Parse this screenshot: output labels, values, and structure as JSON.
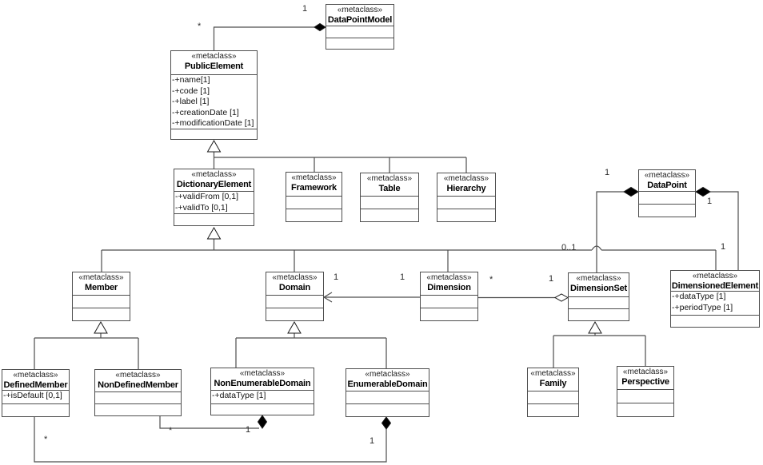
{
  "classes": [
    {
      "stereotype": "«metaclass»",
      "name": "DataPointModel",
      "attributes": []
    },
    {
      "stereotype": "«metaclass»",
      "name": "PublicElement",
      "attributes": [
        "-+name[1]",
        "-+code [1]",
        "-+label [1]",
        "-+creationDate [1]",
        "-+modificationDate [1]"
      ]
    },
    {
      "stereotype": "«metaclass»",
      "name": "DictionaryElement",
      "attributes": [
        "-+validFrom [0,1]",
        "-+validTo [0,1]"
      ]
    },
    {
      "stereotype": "«metaclass»",
      "name": "Framework",
      "attributes": []
    },
    {
      "stereotype": "«metaclass»",
      "name": "Table",
      "attributes": []
    },
    {
      "stereotype": "«metaclass»",
      "name": "Hierarchy",
      "attributes": []
    },
    {
      "stereotype": "«metaclass»",
      "name": "DataPoint",
      "attributes": []
    },
    {
      "stereotype": "«metaclass»",
      "name": "Member",
      "attributes": []
    },
    {
      "stereotype": "«metaclass»",
      "name": "Domain",
      "attributes": []
    },
    {
      "stereotype": "«metaclass»",
      "name": "Dimension",
      "attributes": []
    },
    {
      "stereotype": "«metaclass»",
      "name": "DimensionSet",
      "attributes": []
    },
    {
      "stereotype": "«metaclass»",
      "name": "DimensionedElement",
      "attributes": [
        "-+dataType [1]",
        "-+periodType [1]"
      ]
    },
    {
      "stereotype": "«metaclass»",
      "name": "DefinedMember",
      "attributes": [
        "-+isDefault [0,1]"
      ]
    },
    {
      "stereotype": "«metaclass»",
      "name": "NonDefinedMember",
      "attributes": []
    },
    {
      "stereotype": "«metaclass»",
      "name": "NonEnumerableDomain",
      "attributes": [
        "-+dataType [1]"
      ]
    },
    {
      "stereotype": "«metaclass»",
      "name": "EnumerableDomain",
      "attributes": []
    },
    {
      "stereotype": "«metaclass»",
      "name": "Family",
      "attributes": []
    },
    {
      "stereotype": "«metaclass»",
      "name": "Perspective",
      "attributes": []
    }
  ],
  "labels": [
    {
      "text": "1"
    },
    {
      "text": "*"
    },
    {
      "text": "1"
    },
    {
      "text": "0..1"
    },
    {
      "text": "1"
    },
    {
      "text": "1"
    },
    {
      "text": "1"
    },
    {
      "text": "1"
    },
    {
      "text": "*"
    },
    {
      "text": "1"
    },
    {
      "text": "*"
    },
    {
      "text": "1"
    },
    {
      "text": "*"
    },
    {
      "text": "1"
    }
  ],
  "colors": {
    "line": "#4e4e4e",
    "text": "#000000",
    "background": "#ffffff"
  }
}
